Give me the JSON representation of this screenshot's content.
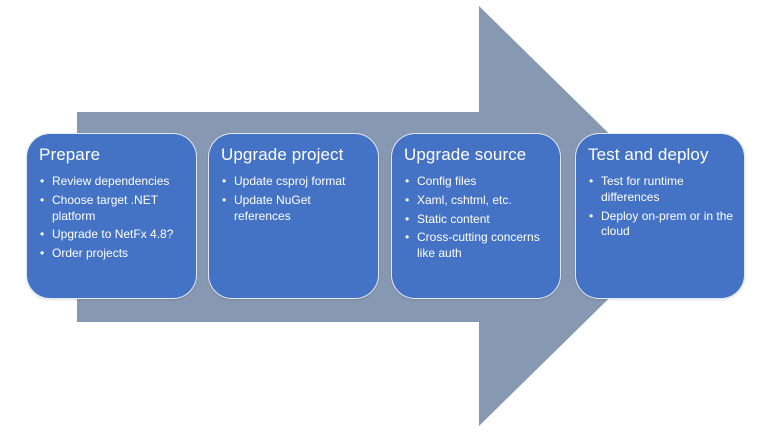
{
  "colors": {
    "box-fill": "#4472C4",
    "arrow-fill": "#8798B2",
    "text": "#FFFFFF",
    "background": "#FFFFFF"
  },
  "diagram": {
    "type": "process-arrow",
    "steps": [
      {
        "title": "Prepare",
        "bullets": [
          "Review dependencies",
          "Choose target .NET platform",
          "Upgrade to NetFx 4.8?",
          "Order projects"
        ]
      },
      {
        "title": "Upgrade project",
        "bullets": [
          "Update csproj format",
          "Update NuGet references"
        ]
      },
      {
        "title": "Upgrade source",
        "bullets": [
          "Config files",
          "Xaml, cshtml, etc.",
          "Static content",
          "Cross-cutting concerns like auth"
        ]
      },
      {
        "title": "Test and deploy",
        "bullets": [
          "Test for runtime differences",
          "Deploy on-prem or in the cloud"
        ]
      }
    ]
  }
}
